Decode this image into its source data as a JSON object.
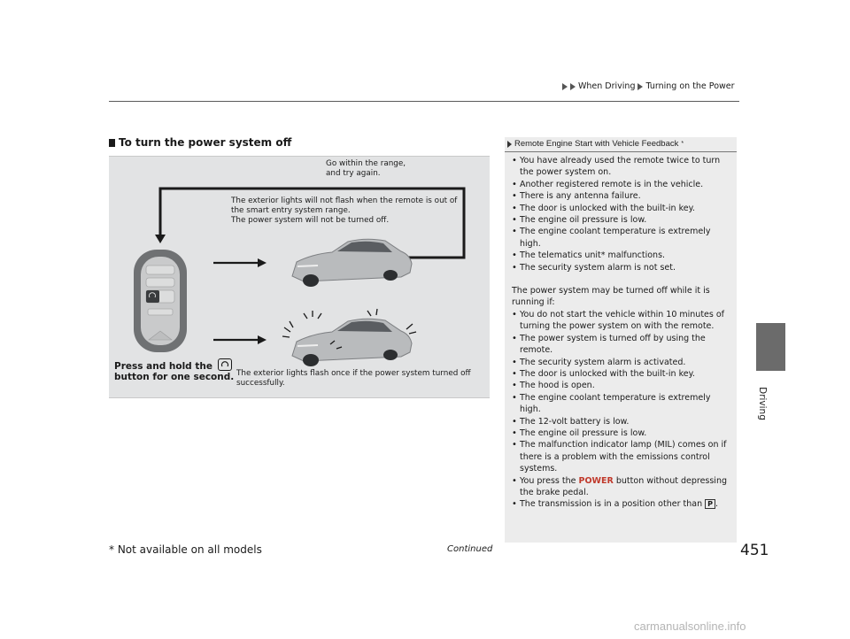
{
  "header": {
    "breadcrumb": [
      "When Driving",
      "Turning on the Power"
    ]
  },
  "side_tab": {
    "label": "Driving"
  },
  "section": {
    "title": "To turn the power system off"
  },
  "figure": {
    "retry_text": [
      "Go within the range,",
      "and try again."
    ],
    "fail_text": [
      "The exterior lights will not flash when the remote is out of",
      "the smart entry system range.",
      "The power system will not be turned off."
    ],
    "instruction_lines": [
      "Press and hold the",
      "button for one second."
    ],
    "success_text": [
      "The exterior lights flash once if the power system turned off",
      "successfully."
    ]
  },
  "notes": {
    "heading": "Remote Engine Start with Vehicle Feedback",
    "heading_mark": "*",
    "items_a": [
      "You have already used the remote twice to turn the power system on.",
      "Another registered remote is in the vehicle.",
      "There is any antenna failure.",
      "The door is unlocked with the built-in key.",
      "The engine oil pressure is low.",
      "The engine coolant temperature is extremely high.",
      "The telematics unit* malfunctions.",
      "The security system alarm is not set."
    ],
    "paragraph": "The power system may be turned off while it is running if:",
    "items_b": [
      "You do not start the vehicle within 10 minutes of turning the power system on with the remote.",
      "The power system is turned off by using the remote.",
      "The security system alarm is activated.",
      "The door is unlocked with the built-in key.",
      "The hood is open.",
      "The engine coolant temperature is extremely high.",
      "The 12-volt battery is low.",
      "The engine oil pressure is low.",
      "The malfunction indicator lamp (MIL) comes on if there is a problem with the emissions control systems."
    ],
    "power_item": {
      "pre": "You press the",
      "bold": "POWER",
      "post": "button without depressing the brake pedal."
    },
    "trans_item": {
      "pre": "The transmission is in a position other than",
      "gear": "P",
      "post": "."
    }
  },
  "footer": {
    "note": "* Not available on all models",
    "continued": "Continued",
    "page": "451"
  },
  "watermark": "carmanualsonline.info"
}
